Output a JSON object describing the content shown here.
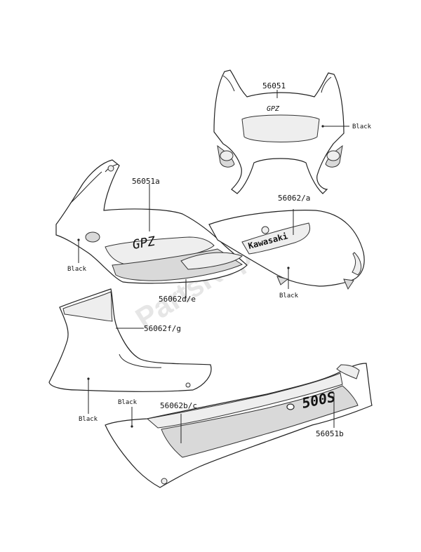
{
  "labels": {
    "p56051": "56051",
    "p56051a": "56051a",
    "p56062a": "56062/a",
    "p56062de": "56062d/e",
    "p56062fg": "56062f/g",
    "p56062bc": "56062b/c",
    "p56051b": "56051b",
    "black": "Black"
  },
  "decals": {
    "gpz_front": "GPZ",
    "gpz_side": "GPZ",
    "kawasaki": "Kawasaki",
    "model": "500S"
  },
  "watermark": "PartsRepublik"
}
